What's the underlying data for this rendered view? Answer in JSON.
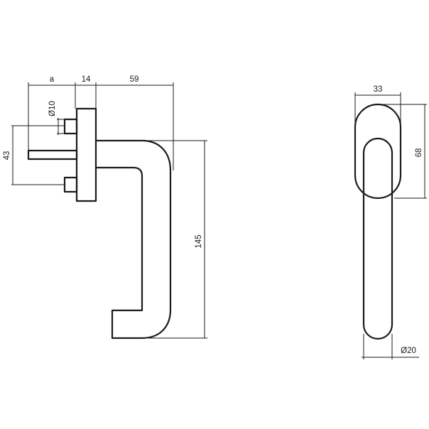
{
  "diagram": {
    "side_view": {
      "dim_a": "a",
      "dim_14": "14",
      "dim_59": "59",
      "dim_d10": "Ø10",
      "dim_43": "43",
      "dim_145": "145"
    },
    "front_view": {
      "dim_33": "33",
      "dim_68": "68",
      "dim_d20": "Ø20"
    },
    "colors": {
      "line": "#1a1a1a",
      "background": "#ffffff"
    }
  }
}
